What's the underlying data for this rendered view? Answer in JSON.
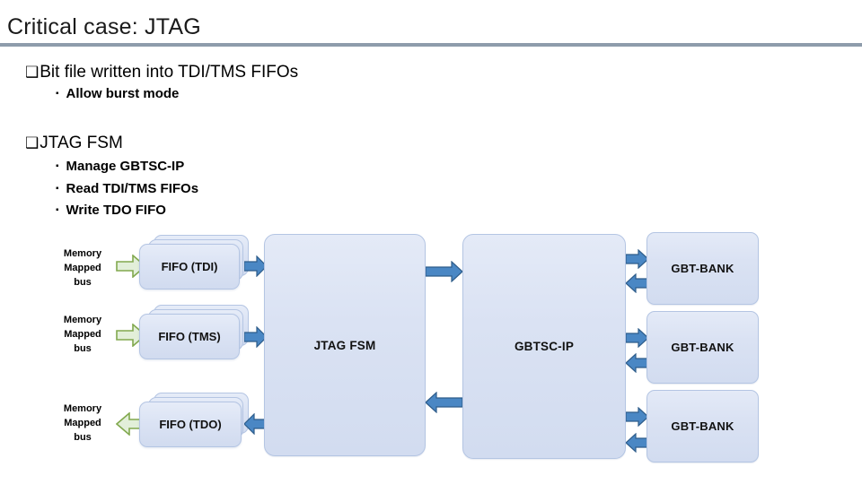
{
  "slide": {
    "title": "Critical case: JTAG",
    "rule_color": "#8E9CAB"
  },
  "bullets": [
    {
      "level": 1,
      "marker": "❑",
      "text": "Bit file written into TDI/TMS FIFOs"
    },
    {
      "level": 2,
      "marker": "▪",
      "text": "Allow burst mode"
    },
    {
      "level": 1,
      "marker": "❑",
      "text": "JTAG FSM"
    },
    {
      "level": 2,
      "marker": "▪",
      "text": "Manage GBTSC-IP"
    },
    {
      "level": 2,
      "marker": "▪",
      "text": "Read TDI/TMS FIFOs"
    },
    {
      "level": 2,
      "marker": "▪",
      "text": "Write TDO FIFO"
    }
  ],
  "diagram": {
    "colors": {
      "node_fill": "#DAE2F3",
      "node_border": "#B4C5E3",
      "blue_arrow_fill": "#4A87C4",
      "blue_arrow_border": "#2E5C8A",
      "green_arrow_fill": "#E2EFD9",
      "green_arrow_border": "#82A94F"
    },
    "bus_labels": [
      {
        "lines": [
          "Memory",
          "Mapped",
          "bus"
        ]
      },
      {
        "lines": [
          "Memory",
          "Mapped",
          "bus"
        ]
      },
      {
        "lines": [
          "Memory",
          "Mapped",
          "bus"
        ]
      }
    ],
    "fifos": [
      {
        "label": "FIFO (TDI)",
        "bus_arrow": "right",
        "fsm_arrow": "right"
      },
      {
        "label": "FIFO (TMS)",
        "bus_arrow": "right",
        "fsm_arrow": "right"
      },
      {
        "label": "FIFO (TDO)",
        "bus_arrow": "left",
        "fsm_arrow": "left"
      }
    ],
    "fsm": {
      "label": "JTAG FSM"
    },
    "gbtsc": {
      "label": "GBTSC-IP"
    },
    "fsm_to_gbtsc_arrows": [
      {
        "direction": "right"
      },
      {
        "direction": "left"
      }
    ],
    "banks": [
      {
        "label": "GBT-BANK"
      },
      {
        "label": "GBT-BANK"
      },
      {
        "label": "GBT-BANK"
      }
    ]
  }
}
